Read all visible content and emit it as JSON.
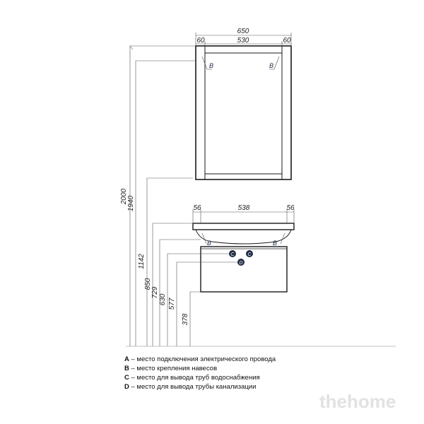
{
  "dimensions": {
    "mirror_width": "650",
    "mirror_frame_left": "60",
    "mirror_inner": "530",
    "mirror_frame_right": "60",
    "basin_side_left": "56",
    "basin_inner": "538",
    "basin_side_right": "56",
    "height_2000": "2000",
    "height_1940": "1940",
    "height_1142": "1142",
    "height_850": "850",
    "height_729": "729",
    "height_630": "630",
    "height_577": "577",
    "height_378": "378"
  },
  "markers": {
    "b": "B",
    "c": "C",
    "d": "D"
  },
  "legend": [
    {
      "key": "A",
      "text": " – место подключения электрического провода"
    },
    {
      "key": "B",
      "text": " – место крепления навесов"
    },
    {
      "key": "C",
      "text": " – место для вывода труб водоснабжения"
    },
    {
      "key": "D",
      "text": " – место для вывода трубы канализации"
    }
  ],
  "watermark": "thehome",
  "colors": {
    "line": "#1a1a1a",
    "dim_line": "#555555",
    "marker_fill": "#1f2a44",
    "watermark": "#e2e2e2"
  }
}
